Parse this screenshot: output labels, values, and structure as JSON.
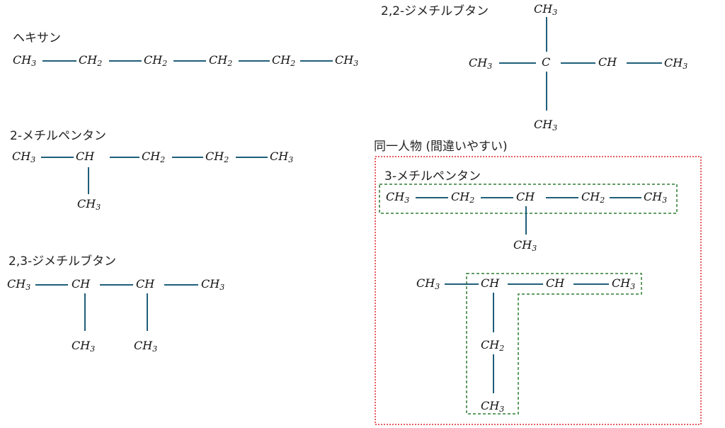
{
  "labels": {
    "hexane": "ヘキサン",
    "methylpentane_2": "2-メチルペンタン",
    "dimethylbutane_23": "2,3-ジメチルブタン",
    "dimethylbutane_22": "2,2-ジメチルブタン",
    "same_compound_note": "同一人物 (間違いやすい)",
    "methylpentane_3": "3-メチルペンタン"
  },
  "groups": {
    "ch3": {
      "main": "CH",
      "sub": "3"
    },
    "ch2": {
      "main": "CH",
      "sub": "2"
    },
    "ch": {
      "main": "CH",
      "sub": ""
    },
    "c": {
      "main": "C",
      "sub": ""
    }
  },
  "colors": {
    "bond": "#1f5e7a",
    "same_compound_box": "#e0262b",
    "main_chain_highlight": "#2e7d32"
  }
}
